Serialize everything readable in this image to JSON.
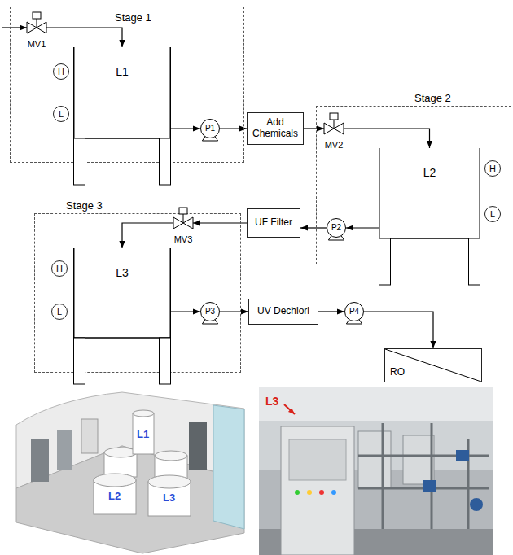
{
  "diagram": {
    "nodes": [
      {
        "text": [
          "Stage 1"
        ]
      },
      {
        "text": [
          "MV1"
        ],
        "in": 0
      },
      {
        "text": [
          "L1"
        ],
        "in": 0
      },
      {
        "text": [
          "H"
        ],
        "in": 0
      },
      {
        "text": [
          "L"
        ],
        "in": 0
      },
      {
        "text": [
          "P1"
        ],
        "in": 0
      },
      {
        "text": [
          "Add Chemicals"
        ]
      },
      {
        "text": [
          "Stage 2"
        ]
      },
      {
        "text": [
          "MV2"
        ],
        "in": 7
      },
      {
        "text": [
          "L2"
        ],
        "in": 7
      },
      {
        "text": [
          "H"
        ],
        "in": 7
      },
      {
        "text": [
          "L"
        ],
        "in": 7
      },
      {
        "text": [
          "P2"
        ],
        "in": 7
      },
      {
        "text": [
          "UF Filter"
        ]
      },
      {
        "text": [
          "Stage 3"
        ]
      },
      {
        "text": [
          "MV3"
        ],
        "in": 14
      },
      {
        "text": [
          "L3"
        ],
        "in": 14
      },
      {
        "text": [
          "H"
        ],
        "in": 14
      },
      {
        "text": [
          "L"
        ],
        "in": 14
      },
      {
        "text": [
          "P3"
        ],
        "in": 14
      },
      {
        "text": [
          "UV Dechlori"
        ]
      },
      {
        "text": [
          "P4"
        ]
      },
      {
        "text": [
          "RO"
        ]
      }
    ],
    "edges": [
      {
        "from": 1,
        "to": 2,
        "arrow": "to"
      },
      {
        "from": 2,
        "to": 5,
        "arrow": "to"
      },
      {
        "from": 5,
        "to": 6,
        "arrow": "to"
      },
      {
        "from": 6,
        "to": 8,
        "arrow": "to"
      },
      {
        "from": 8,
        "to": 9,
        "arrow": "to"
      },
      {
        "from": 9,
        "to": 12,
        "arrow": "to"
      },
      {
        "from": 12,
        "to": 13,
        "arrow": "to"
      },
      {
        "from": 13,
        "to": 15,
        "arrow": "to"
      },
      {
        "from": 15,
        "to": 16,
        "arrow": "to"
      },
      {
        "from": 16,
        "to": 19,
        "arrow": "to"
      },
      {
        "from": 19,
        "to": 20,
        "arrow": "to"
      },
      {
        "from": 20,
        "to": 21,
        "arrow": "to"
      },
      {
        "from": 21,
        "to": 22,
        "arrow": "to"
      }
    ],
    "labels": [
      "L1",
      "L2",
      "L3",
      "L3"
    ]
  }
}
